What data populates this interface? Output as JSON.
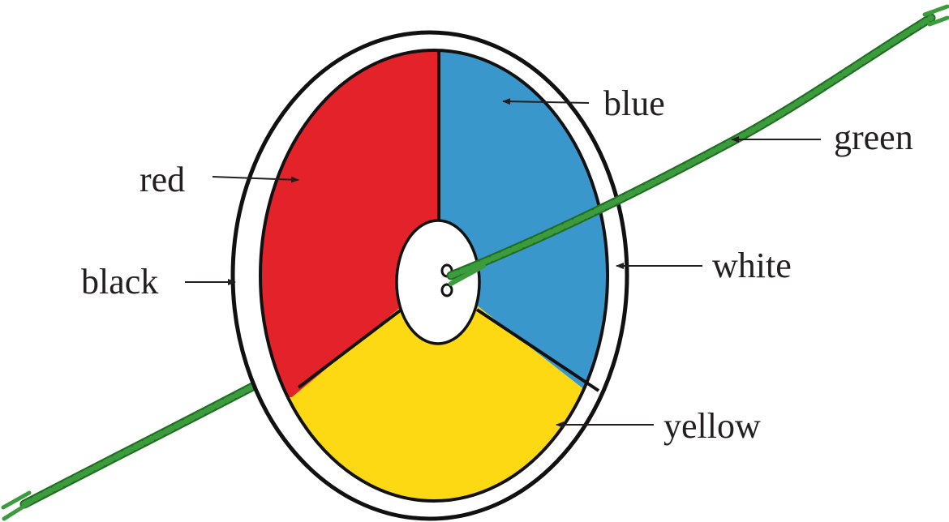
{
  "diagram": {
    "labels": {
      "blue": "blue",
      "green": "green",
      "red": "red",
      "black": "black",
      "white": "white",
      "yellow": "yellow"
    },
    "colors": {
      "red": "#e42229",
      "blue": "#3a97cc",
      "yellow": "#fcd912",
      "string": "#3c9b3c",
      "string_dark": "#1f6e22",
      "rim": "#ffffff",
      "outline": "#111111",
      "text": "#231f20"
    }
  }
}
